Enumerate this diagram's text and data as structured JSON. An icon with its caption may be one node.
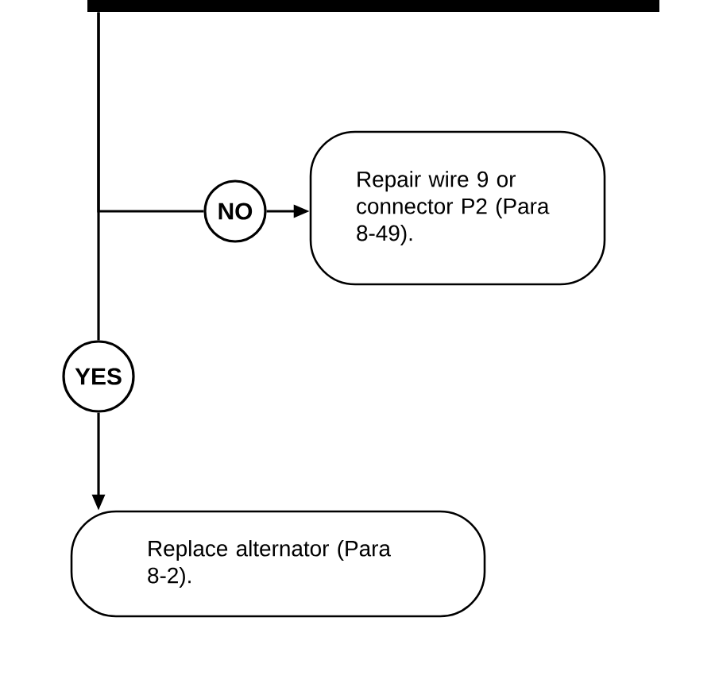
{
  "diagram": {
    "nodes": [
      {
        "text": [],
        "shape": "bar"
      },
      {
        "text": [
          "NO"
        ]
      },
      {
        "text": [
          "Repair wire 9 or connector P2 (Para 8-49)."
        ]
      },
      {
        "text": [
          "YES"
        ]
      },
      {
        "text": [
          "Replace alternator (Para 8-2)."
        ]
      }
    ],
    "edges": [
      {
        "from": 0,
        "to": 1,
        "arrow": "none"
      },
      {
        "from": 1,
        "to": 2,
        "arrow": "to"
      },
      {
        "from": 0,
        "to": 3,
        "arrow": "none"
      },
      {
        "from": 3,
        "to": 4,
        "arrow": "to"
      }
    ]
  }
}
